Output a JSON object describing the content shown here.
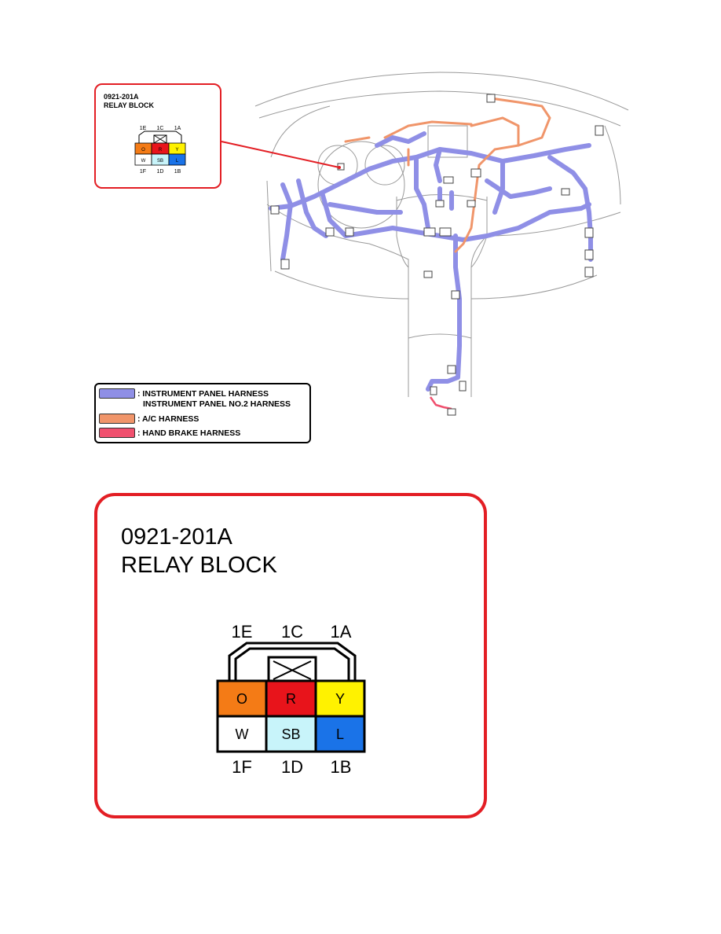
{
  "connector_code": "0921-201A",
  "connector_name": "RELAY BLOCK",
  "pins": [
    {
      "pin": "1E",
      "wire": "O",
      "color": "#f47b16"
    },
    {
      "pin": "1C",
      "wire": "R",
      "color": "#e8141b"
    },
    {
      "pin": "1A",
      "wire": "Y",
      "color": "#fff200"
    },
    {
      "pin": "1F",
      "wire": "W",
      "color": "#ffffff"
    },
    {
      "pin": "1D",
      "wire": "SB",
      "color": "#c8f4fa"
    },
    {
      "pin": "1B",
      "wire": "L",
      "color": "#1a73e8"
    }
  ],
  "legend": {
    "items": [
      {
        "label": ": INSTRUMENT PANEL HARNESS",
        "label2": "INSTRUMENT PANEL NO.2 HARNESS",
        "color": "#8f8fe6"
      },
      {
        "label": ": A/C HARNESS",
        "color": "#f0956a"
      },
      {
        "label": ": HAND BRAKE HARNESS",
        "color": "#f0506e"
      }
    ]
  },
  "colors": {
    "callout_border": "#e31e24",
    "ip_harness": "#8f8fe6",
    "ac_harness": "#f0956a",
    "hand_brake_harness": "#f0506e"
  }
}
